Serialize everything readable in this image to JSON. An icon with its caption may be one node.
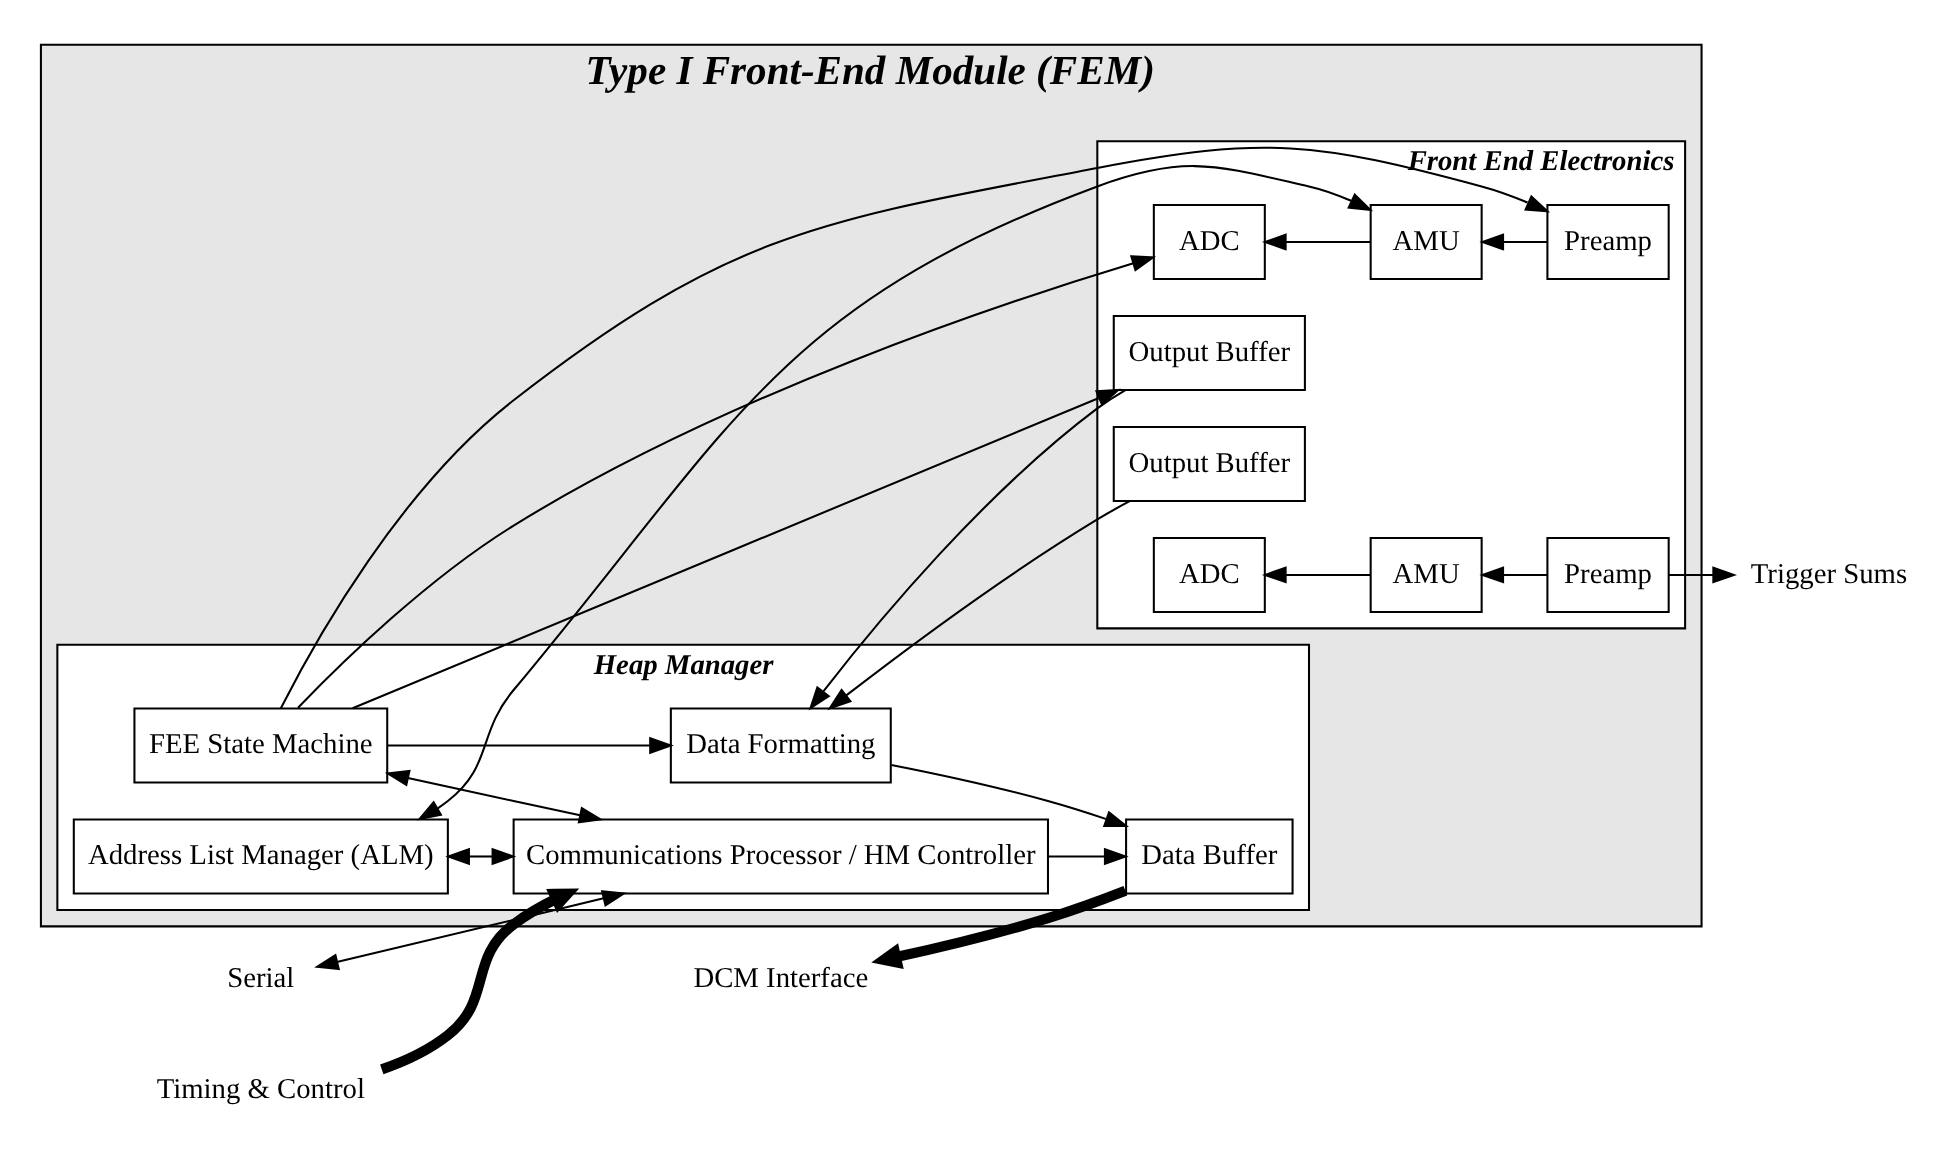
{
  "diagram": {
    "nodes": [
      {
        "text": [
          "Type I Front-End Module (FEM)"
        ]
      },
      {
        "text": [
          "Heap Manager"
        ],
        "in": 0
      },
      {
        "text": [
          "Front End Electronics"
        ],
        "in": 0
      },
      {
        "text": [
          "Address List Manager (ALM)"
        ],
        "in": 1
      },
      {
        "text": [
          "FEE State Machine"
        ],
        "in": 1
      },
      {
        "text": [
          "Communications Processor / HM Controller"
        ],
        "in": 1
      },
      {
        "text": [
          "Data Buffer"
        ],
        "in": 1
      },
      {
        "text": [
          "Data Formatting"
        ],
        "in": 1
      },
      {
        "text": [
          "Output Buffer"
        ],
        "in": 2
      },
      {
        "text": [
          "ADC"
        ],
        "in": 2
      },
      {
        "text": [
          "AMU"
        ],
        "in": 2
      },
      {
        "text": [
          "Preamp"
        ],
        "in": 2
      },
      {
        "text": [
          "Output Buffer"
        ],
        "in": 2
      },
      {
        "text": [
          "ADC"
        ],
        "in": 2
      },
      {
        "text": [
          "AMU"
        ],
        "in": 2
      },
      {
        "text": [
          "Preamp"
        ],
        "in": 2
      },
      {
        "text": [
          "Serial"
        ]
      },
      {
        "text": [
          "Timing & Control"
        ]
      },
      {
        "text": [
          "DCM Interface"
        ]
      },
      {
        "text": [
          "Trigger Sums"
        ]
      }
    ],
    "edges": [
      {
        "from": 3,
        "to": 5,
        "arrow": "both"
      },
      {
        "from": 4,
        "to": 5,
        "arrow": "both"
      },
      {
        "from": 3,
        "to": 10,
        "arrow": "both"
      },
      {
        "from": 4,
        "to": 8,
        "arrow": "to"
      },
      {
        "from": 4,
        "to": 9,
        "arrow": "to"
      },
      {
        "from": 4,
        "to": 11,
        "arrow": "to"
      },
      {
        "from": 4,
        "to": 7,
        "arrow": "to"
      },
      {
        "from": 5,
        "to": 6,
        "arrow": "to"
      },
      {
        "from": 7,
        "to": 6,
        "arrow": "to"
      },
      {
        "from": 8,
        "to": 7,
        "arrow": "to"
      },
      {
        "from": 12,
        "to": 7,
        "arrow": "to"
      },
      {
        "from": 11,
        "to": 10,
        "arrow": "to"
      },
      {
        "from": 10,
        "to": 9,
        "arrow": "to"
      },
      {
        "from": 15,
        "to": 14,
        "arrow": "to"
      },
      {
        "from": 14,
        "to": 13,
        "arrow": "to"
      },
      {
        "from": 16,
        "to": 5,
        "arrow": "both"
      },
      {
        "from": 17,
        "to": 5,
        "arrow": "to",
        "style": "thick"
      },
      {
        "from": 6,
        "to": 18,
        "arrow": "to",
        "style": "thick"
      },
      {
        "from": 15,
        "to": 19,
        "arrow": "to"
      }
    ]
  }
}
